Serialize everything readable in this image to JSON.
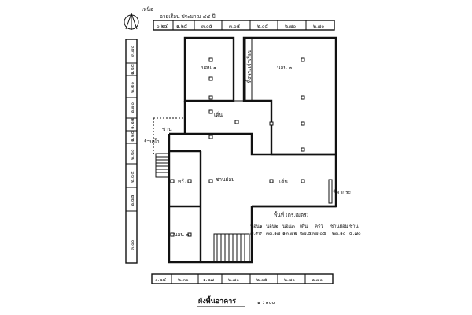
{
  "north": {
    "label": "เหนือ",
    "icon": "north-arrow-icon"
  },
  "caption_age": "อายุเรือน ประมาณ ๔๕ ปี",
  "top_dims": [
    "๐.๒๔",
    "๑.๒๕",
    "๓.๐๕",
    "๓.๐๕",
    "๒.๐๕",
    "๒.๗๐",
    "๒.๗๐"
  ],
  "bottom_dims": [
    "๐.๒๔",
    "๒.๓๐",
    "๑.๒๗",
    "๒.๗๐",
    "๒.๐๕",
    "๒.๗๐",
    "๒.๗๐"
  ],
  "left_dims": [
    "๓.๗๐",
    "๑.๒๕",
    "๒.๕๐",
    "๒.๗๐",
    "๑.๒๕",
    "๑.๒๕",
    "๒.๒๐",
    "๒.๔๕",
    "๒.๔๕",
    "๓.๐๐"
  ],
  "rooms": {
    "bedroom1": "นอน ๑",
    "bedroom2": "นอน ๒",
    "bedroom3": "นอน ๓",
    "terrace_upper": "เติ่น",
    "terrace_lower": "เติ่น",
    "shrine": "หิ้งพระเจ้าเรือน",
    "kitchen": "ครัว",
    "lower_deck": "ชานย่อม",
    "deck_left": "ชาน",
    "water_shelf": "ร้านน้ำ",
    "jar_stand": "ที่ตากระ"
  },
  "area_table": {
    "title": "พื้นที่ (ตร.เมตร)",
    "headers": [
      "นอน๑",
      "นอน๒",
      "นอน๓",
      "เติ่น",
      "ครัว",
      "ชานย่อม",
      "ชาน"
    ],
    "values": [
      "๗.๙๙",
      "๓๓.๑๗",
      "๑๓.๗๒",
      "๒๗.๕๓",
      "๗.๐๕",
      "๒๓.๑๐",
      "๔.๗๐"
    ]
  },
  "plan_title": "ผังพื้นอาคาร",
  "scale": "๑ : ๑๐๐"
}
